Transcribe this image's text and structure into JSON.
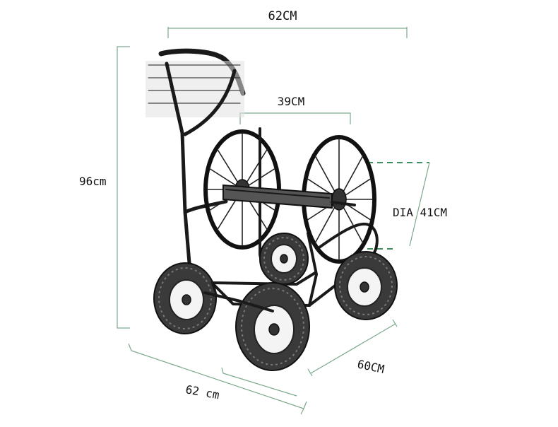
{
  "dimensions": {
    "top_width": "62CM",
    "drum_width": "39CM",
    "height": "96cm",
    "reel_diameter": "DIA 41CM",
    "depth": "60CM",
    "bottom_width": "62 cm"
  },
  "colors": {
    "dimension_line": "#7aa88a",
    "diameter_marker": "#3f8f60",
    "product_line": "#1a1a1a"
  }
}
